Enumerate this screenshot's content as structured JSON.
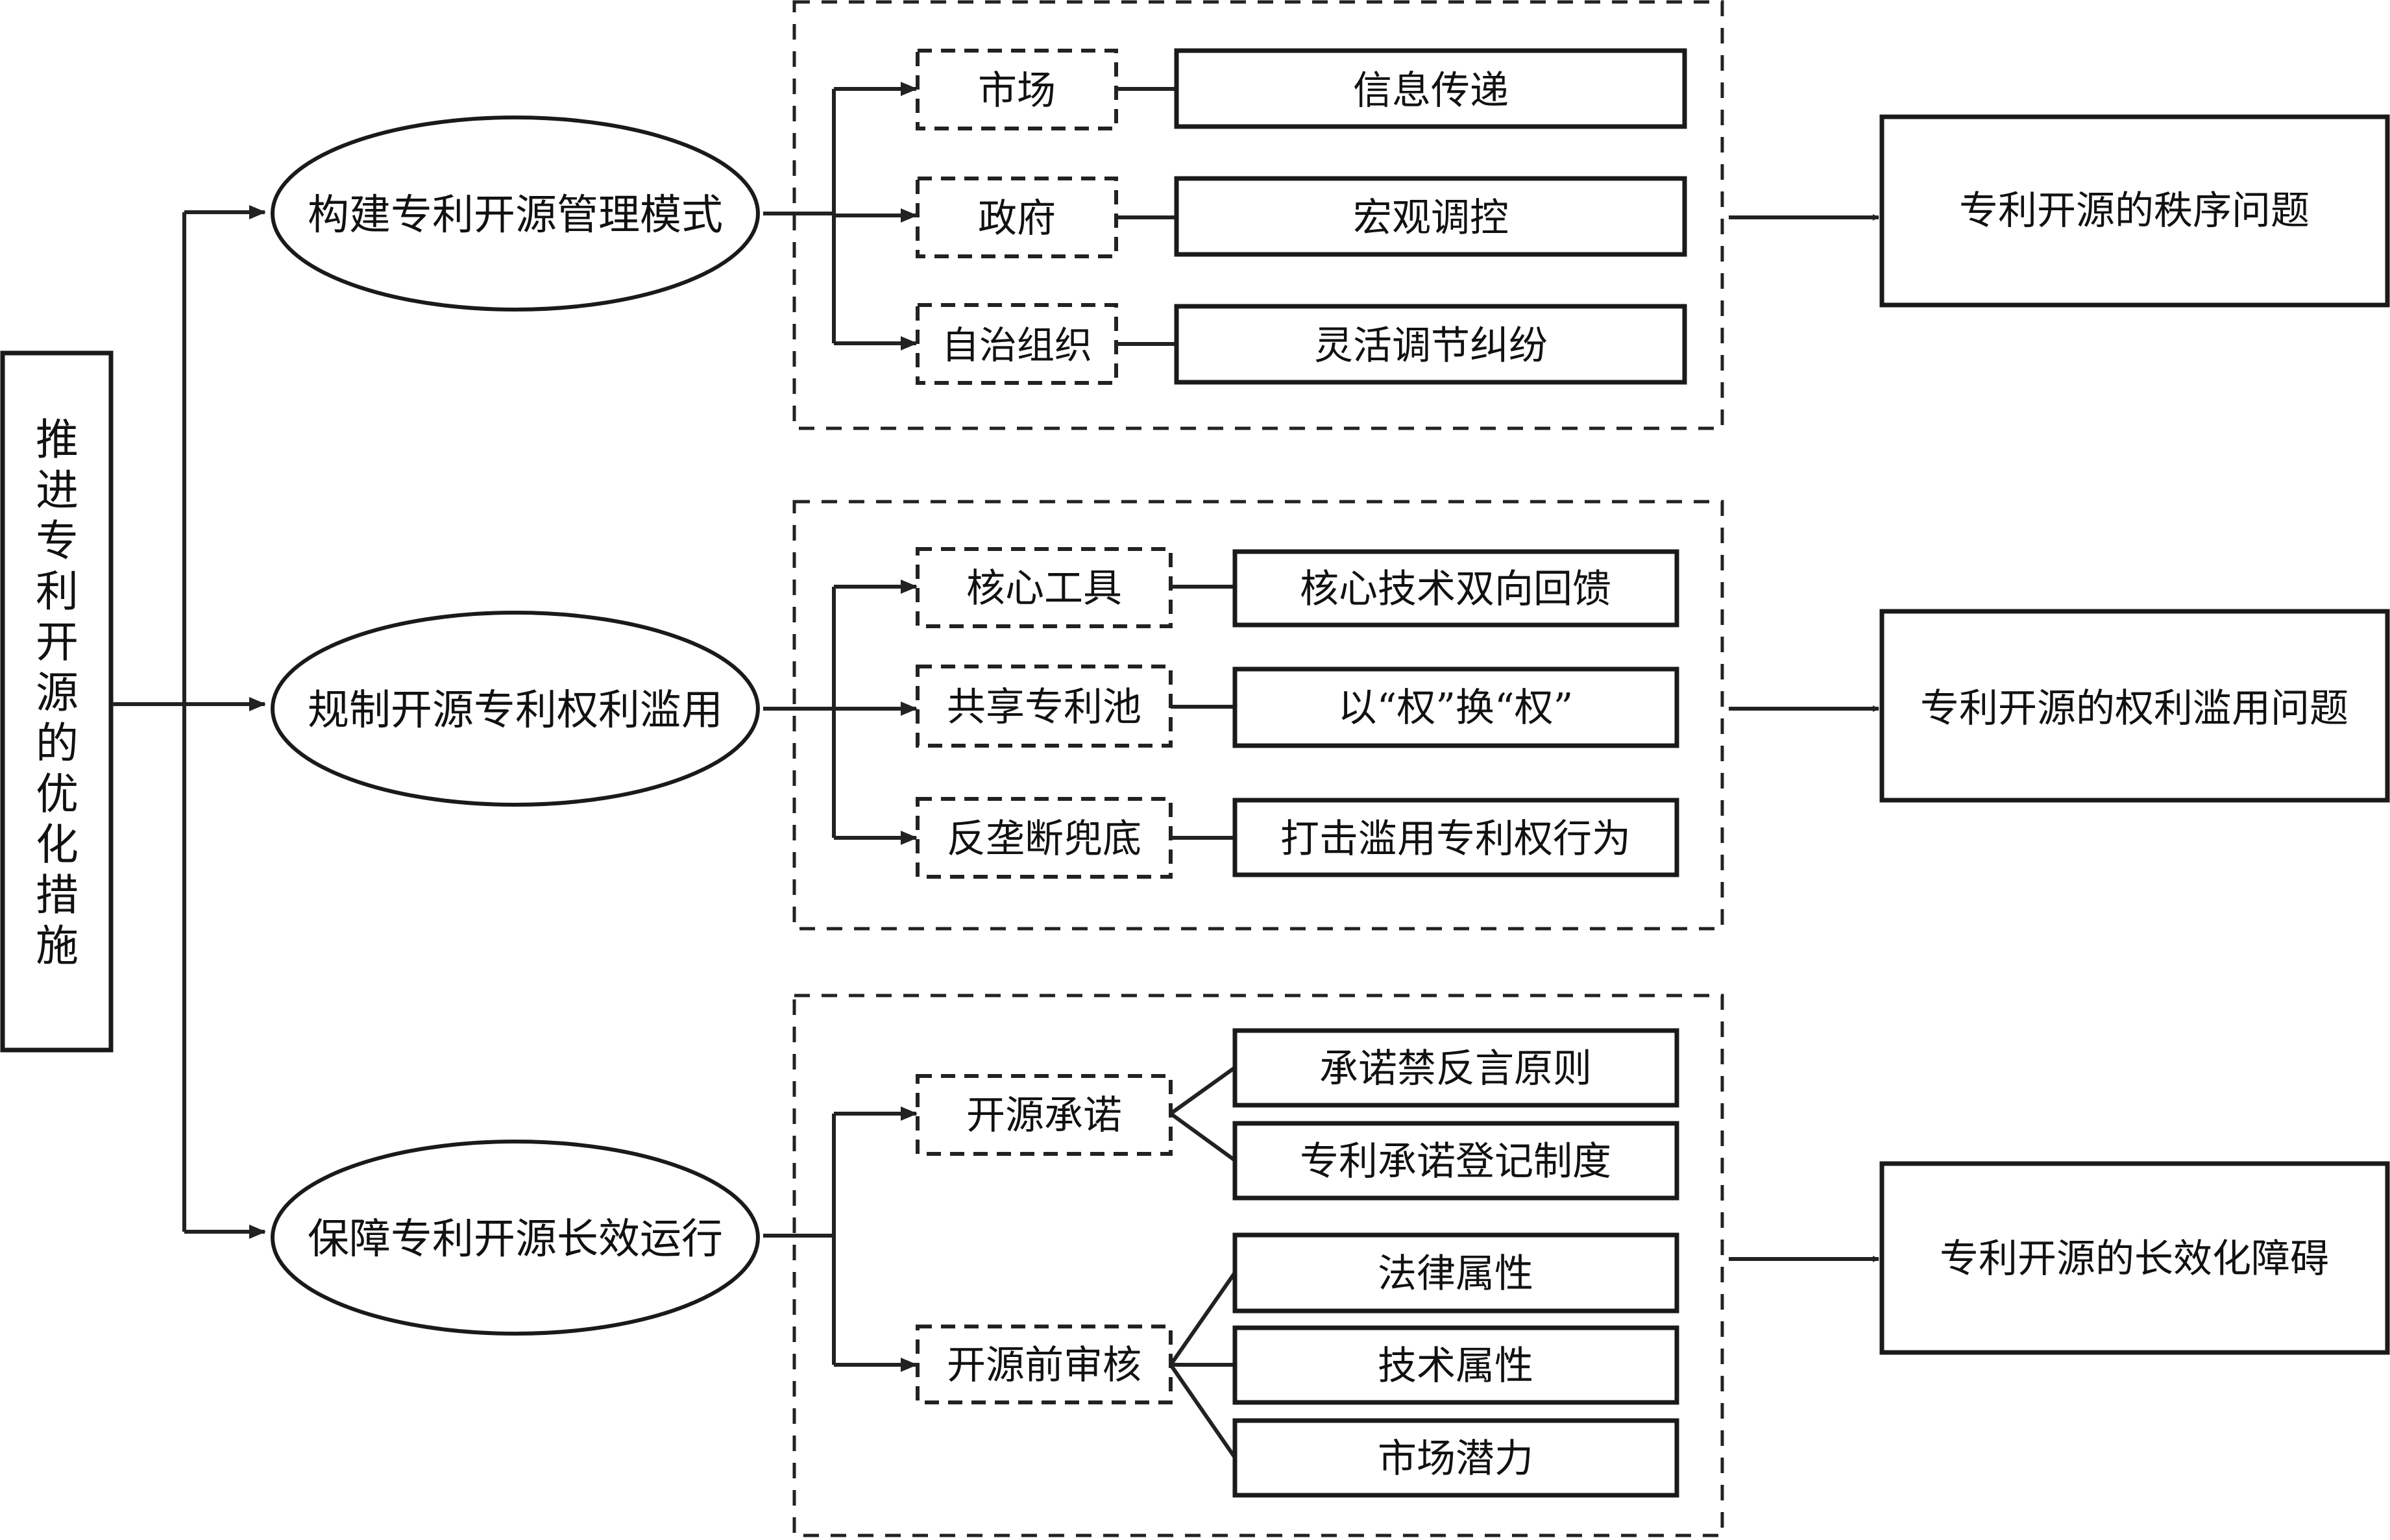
{
  "title": "推进专利开源的优化措施",
  "root": {
    "label": "推进专利开源的优化措施"
  },
  "measures": [
    {
      "label": "构建专利开源管理模式",
      "problem": "专利开源的秩序问题",
      "groups": [
        {
          "label": "市场",
          "items": [
            "信息传递"
          ]
        },
        {
          "label": "政府",
          "items": [
            "宏观调控"
          ]
        },
        {
          "label": "自治组织",
          "items": [
            "灵活调节纠纷"
          ]
        }
      ]
    },
    {
      "label": "规制开源专利权利滥用",
      "problem": "专利开源的权利滥用问题",
      "groups": [
        {
          "label": "核心工具",
          "items": [
            "核心技术双向回馈"
          ]
        },
        {
          "label": "共享专利池",
          "items": [
            "以“权”换“权”"
          ]
        },
        {
          "label": "反垄断兜底",
          "items": [
            "打击滥用专利权行为"
          ]
        }
      ]
    },
    {
      "label": "保障专利开源长效运行",
      "problem": "专利开源的长效化障碍",
      "groups": [
        {
          "label": "开源承诺",
          "items": [
            "承诺禁反言原则",
            "专利承诺登记制度"
          ]
        },
        {
          "label": "开源前审核",
          "items": [
            "法律属性",
            "技术属性",
            "市场潜力"
          ]
        }
      ]
    }
  ]
}
